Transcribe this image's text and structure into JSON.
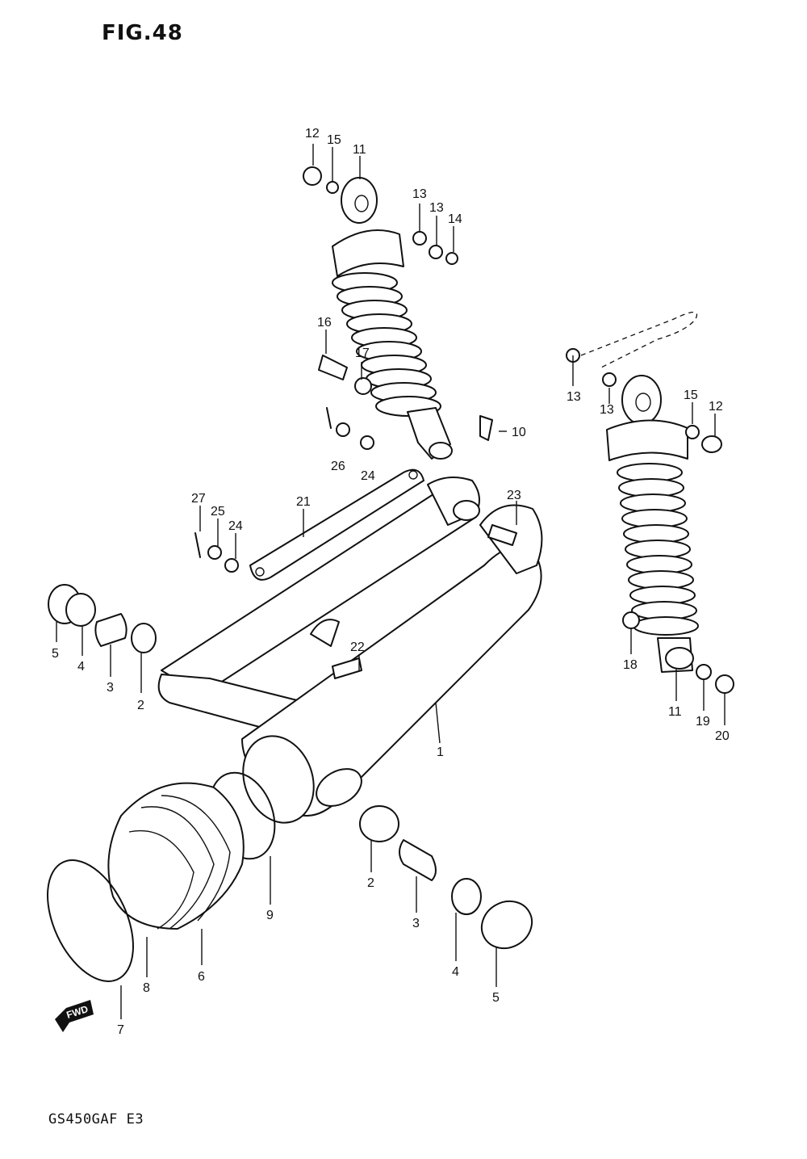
{
  "figure": {
    "title": "FIG.48",
    "model_code": "GS450GAF E3",
    "fwd_label": "FWD"
  },
  "callouts": {
    "c1": "1",
    "c2a": "2",
    "c2b": "2",
    "c3a": "3",
    "c3b": "3",
    "c4a": "4",
    "c4b": "4",
    "c5a": "5",
    "c5b": "5",
    "c6": "6",
    "c7": "7",
    "c8": "8",
    "c9": "9",
    "c10": "10",
    "c11a": "11",
    "c11b": "11",
    "c12a": "12",
    "c12b": "12",
    "c13a": "13",
    "c13b": "13",
    "c13c": "13",
    "c13d": "13",
    "c14": "14",
    "c15a": "15",
    "c15b": "15",
    "c16": "16",
    "c17": "17",
    "c18": "18",
    "c19": "19",
    "c20": "20",
    "c21": "21",
    "c22": "22",
    "c23": "23",
    "c24a": "24",
    "c24b": "24",
    "c25": "25",
    "c26": "26",
    "c27": "27"
  }
}
